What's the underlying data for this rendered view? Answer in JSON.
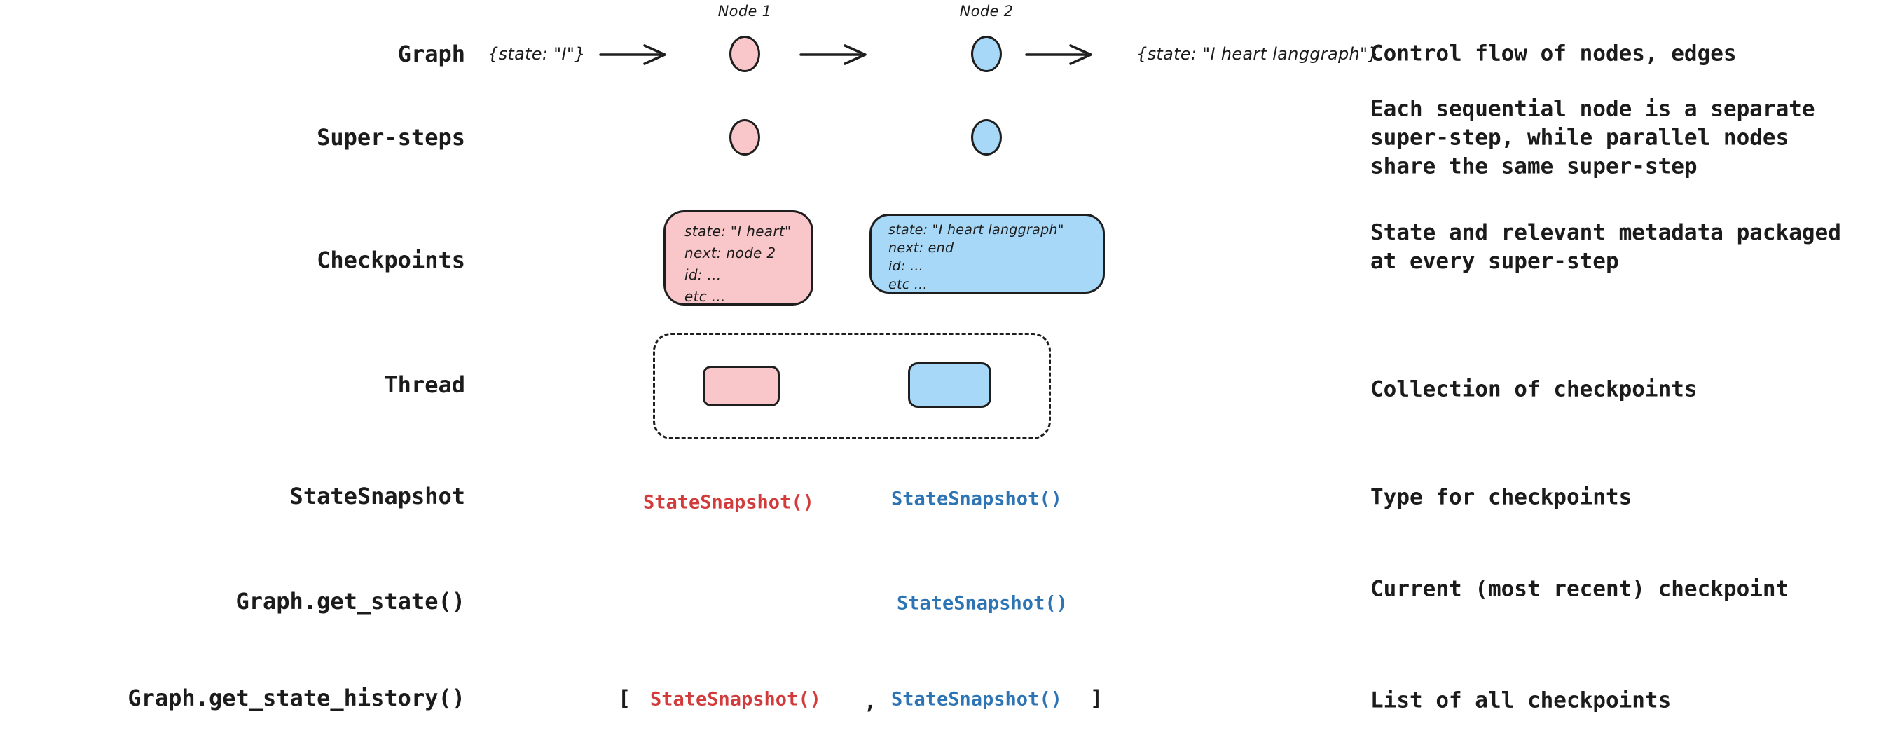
{
  "colors": {
    "background": "#ffffff",
    "ink": "#1b1b1b",
    "node_pink_fill": "#f9c7ca",
    "node_blue_fill": "#a7d8f7",
    "outline": "#1e1e1e",
    "code_red": "#d23b3b",
    "code_blue": "#2d74b5"
  },
  "diagram": {
    "node1_label": "Node 1",
    "node2_label": "Node 2",
    "input_state": "{state: \"I\"}",
    "output_state": "{state: \"I heart langgraph\"}"
  },
  "rows": [
    {
      "label": "Graph",
      "description": "Control flow of nodes, edges"
    },
    {
      "label": "Super-steps",
      "description_lines": [
        "Each sequential node is a separate",
        "super-step, while parallel nodes",
        "share the same super-step"
      ]
    },
    {
      "label": "Checkpoints",
      "description_lines": [
        "State and relevant metadata packaged",
        "at every super-step"
      ],
      "pink_card_lines": [
        "state: \"I heart\"",
        "next: node 2",
        "id: ...",
        "etc ..."
      ],
      "blue_card_lines": [
        "state: \"I heart langgraph\"",
        "next: end",
        "id: ...",
        "etc ..."
      ]
    },
    {
      "label": "Thread",
      "description": "Collection of checkpoints"
    },
    {
      "label": "StateSnapshot",
      "description": "Type for checkpoints",
      "red_code": "StateSnapshot()",
      "blue_code": "StateSnapshot()"
    },
    {
      "label": "Graph.get_state()",
      "description": "Current (most recent) checkpoint",
      "blue_code": "StateSnapshot()"
    },
    {
      "label": "Graph.get_state_history()",
      "description": "List of all checkpoints",
      "bracket_open": "[",
      "red_code": "StateSnapshot()",
      "comma": ",",
      "blue_code": "StateSnapshot()",
      "bracket_close": "]"
    }
  ]
}
